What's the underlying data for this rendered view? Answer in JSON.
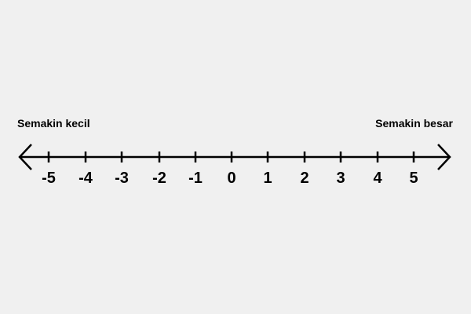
{
  "labels": {
    "left": "Semakin kecil",
    "right": "Semakin besar"
  },
  "number_line": {
    "ticks": [
      {
        "value": -5,
        "label": "-5"
      },
      {
        "value": -4,
        "label": "-4"
      },
      {
        "value": -3,
        "label": "-3"
      },
      {
        "value": -2,
        "label": "-2"
      },
      {
        "value": -1,
        "label": "-1"
      },
      {
        "value": 0,
        "label": "0"
      },
      {
        "value": 1,
        "label": "1"
      },
      {
        "value": 2,
        "label": "2"
      },
      {
        "value": 3,
        "label": "3"
      },
      {
        "value": 4,
        "label": "4"
      },
      {
        "value": 5,
        "label": "5"
      }
    ],
    "arrows": "both-ends",
    "color": "#000000"
  },
  "colors": {
    "background": "#f0f0f0",
    "line": "#000000"
  }
}
